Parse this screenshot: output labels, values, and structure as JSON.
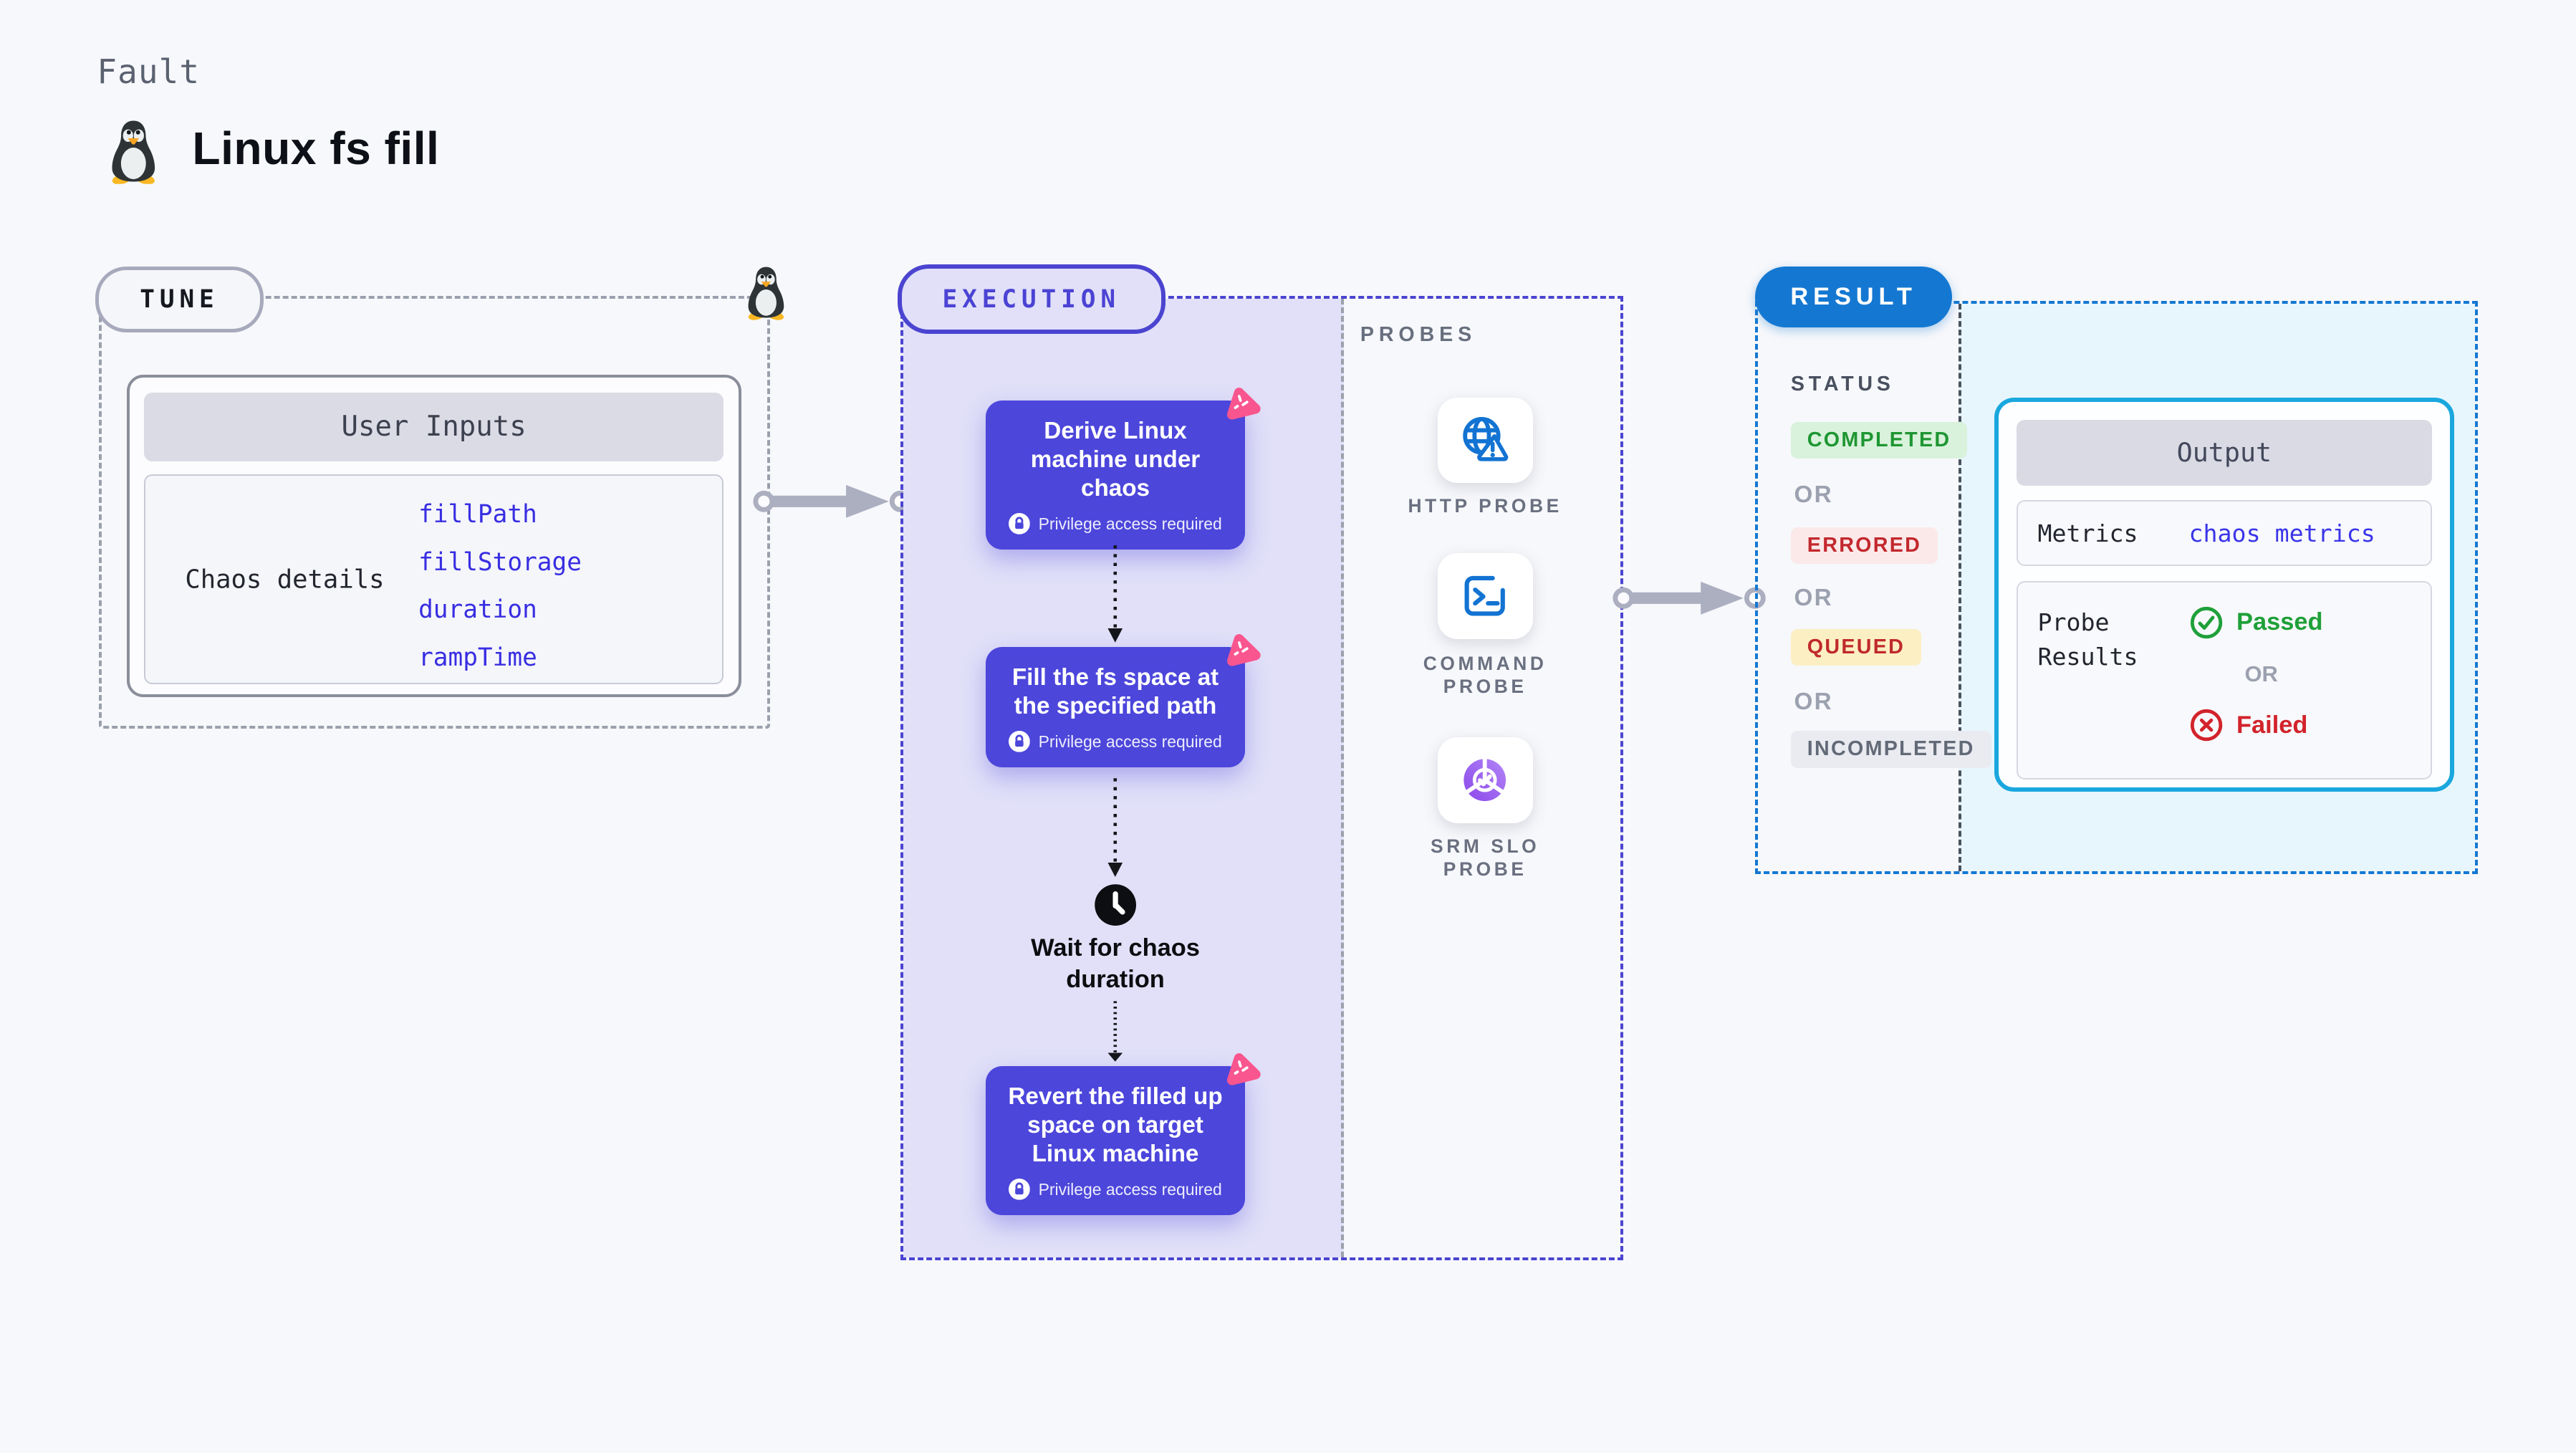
{
  "header": {
    "eyebrow": "Fault",
    "title": "Linux fs fill",
    "icon": "tux-penguin"
  },
  "tune": {
    "badge": "TUNE",
    "panel_title": "User Inputs",
    "row_label": "Chaos details",
    "inputs": [
      {
        "label": "fillPath"
      },
      {
        "label": "fillStorage"
      },
      {
        "label": "duration"
      },
      {
        "label": "rampTime"
      }
    ]
  },
  "execution": {
    "badge": "EXECUTION",
    "steps": [
      {
        "label": "Derive Linux machine under chaos",
        "note": "Privilege access required"
      },
      {
        "label": "Fill the fs space at the specified path",
        "note": "Privilege access required"
      },
      {
        "label": "Wait for chaos duration"
      },
      {
        "label": "Revert the filled up space on target Linux machine",
        "note": "Privilege access required"
      }
    ]
  },
  "probes": {
    "title": "PROBES",
    "items": [
      {
        "label": "HTTP PROBE",
        "icon": "globe-alert-icon"
      },
      {
        "label": "COMMAND PROBE",
        "icon": "terminal-icon"
      },
      {
        "label": "SRM SLO PROBE",
        "icon": "slo-donut-icon"
      }
    ]
  },
  "result": {
    "badge": "RESULT",
    "status_title": "STATUS",
    "or_label": "OR",
    "statuses": [
      {
        "label": "COMPLETED",
        "fg": "#1E9632",
        "bg": "#D9F2DC"
      },
      {
        "label": "ERRORED",
        "fg": "#C3282D",
        "bg": "#FBE9E9"
      },
      {
        "label": "QUEUED",
        "fg": "#C02A2A",
        "bg": "#FCEFC4"
      },
      {
        "label": "INCOMPLETED",
        "fg": "#626977",
        "bg": "#EAEBF1"
      }
    ],
    "output": {
      "title": "Output",
      "metrics_label": "Metrics",
      "metrics_value": "chaos metrics",
      "probe_results_label": "Probe Results",
      "passed_label": "Passed",
      "or_label": "OR",
      "failed_label": "Failed"
    }
  },
  "colors": {
    "execution_accent": "#4B44D0",
    "execution_card": "#4C46DB",
    "result_accent": "#1478D2",
    "link_blue": "#382EE2",
    "probe_icon_blue": "#1273D2",
    "chaos_pink": "#F9558E",
    "passed_green": "#1FA039",
    "failed_red": "#D2232B",
    "page_background": "#F7F8FB"
  }
}
